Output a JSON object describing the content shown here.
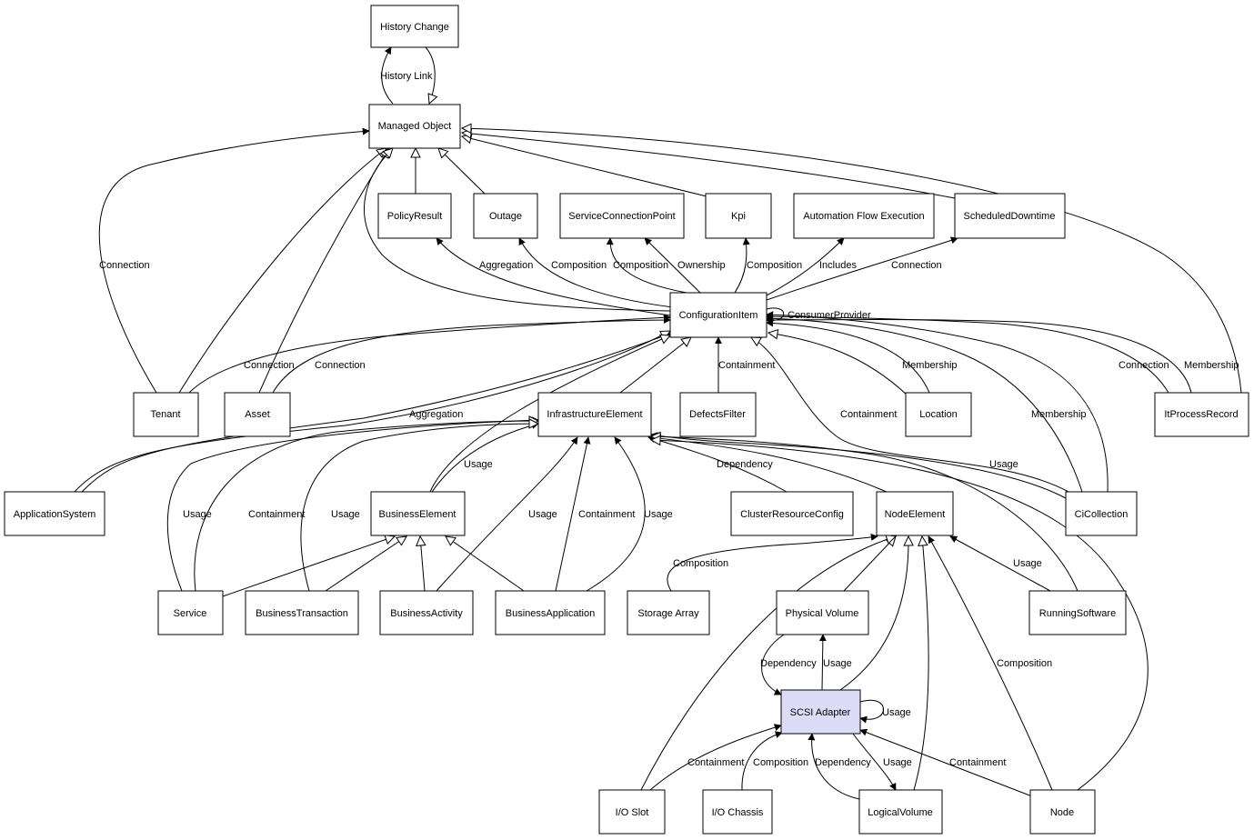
{
  "nodes": {
    "history_change": "History Change",
    "managed_object": "Managed Object",
    "policy_result": "PolicyResult",
    "outage": "Outage",
    "service_connection_point": "ServiceConnectionPoint",
    "kpi": "Kpi",
    "automation_flow_execution": "Automation Flow Execution",
    "scheduled_downtime": "ScheduledDowntime",
    "configuration_item": "ConfigurationItem",
    "tenant": "Tenant",
    "asset": "Asset",
    "infrastructure_element": "InfrastructureElement",
    "defects_filter": "DefectsFilter",
    "location": "Location",
    "it_process_record": "ItProcessRecord",
    "application_system": "ApplicationSystem",
    "business_element": "BusinessElement",
    "cluster_resource_config": "ClusterResourceConfig",
    "node_element": "NodeElement",
    "ci_collection": "CiCollection",
    "service": "Service",
    "business_transaction": "BusinessTransaction",
    "business_activity": "BusinessActivity",
    "business_application": "BusinessApplication",
    "storage_array": "Storage Array",
    "physical_volume": "Physical Volume",
    "running_software": "RunningSoftware",
    "scsi_adapter": "SCSI Adapter",
    "io_slot": "I/O Slot",
    "io_chassis": "I/O Chassis",
    "logical_volume": "LogicalVolume",
    "node": "Node"
  },
  "edge_labels": {
    "history_link": "History Link",
    "tenant_mo_connection": "Connection",
    "aggregation_policy": "Aggregation",
    "composition_outage": "Composition",
    "composition_scp": "Composition",
    "ownership": "Ownership",
    "composition_kpi": "Composition",
    "includes": "Includes",
    "connection_scheduled": "Connection",
    "consumer_provider": "ConsumerProvider",
    "connection_tenant": "Connection",
    "connection_asset": "Connection",
    "containment_defects": "Containment",
    "membership_location": "Membership",
    "connection_itprocess": "Connection",
    "membership_itprocess": "Membership",
    "aggregation_appsystem": "Aggregation",
    "containment_cicollection": "Containment",
    "membership_cicollection": "Membership",
    "usage_business_element": "Usage",
    "dependency_cluster": "Dependency",
    "usage_cicollection": "Usage",
    "usage_service": "Usage",
    "containment_service": "Containment",
    "usage_business_transaction": "Usage",
    "usage_business_activity": "Usage",
    "containment_business_app": "Containment",
    "usage_business_app": "Usage",
    "composition_storage": "Composition",
    "usage_running_software": "Usage",
    "dependency_physical": "Dependency",
    "usage_physical": "Usage",
    "usage_self": "Usage",
    "composition_node": "Composition",
    "containment_io_slot": "Containment",
    "composition_io_chassis": "Composition",
    "dependency_logical": "Dependency",
    "usage_logical": "Usage",
    "containment_node": "Containment"
  }
}
